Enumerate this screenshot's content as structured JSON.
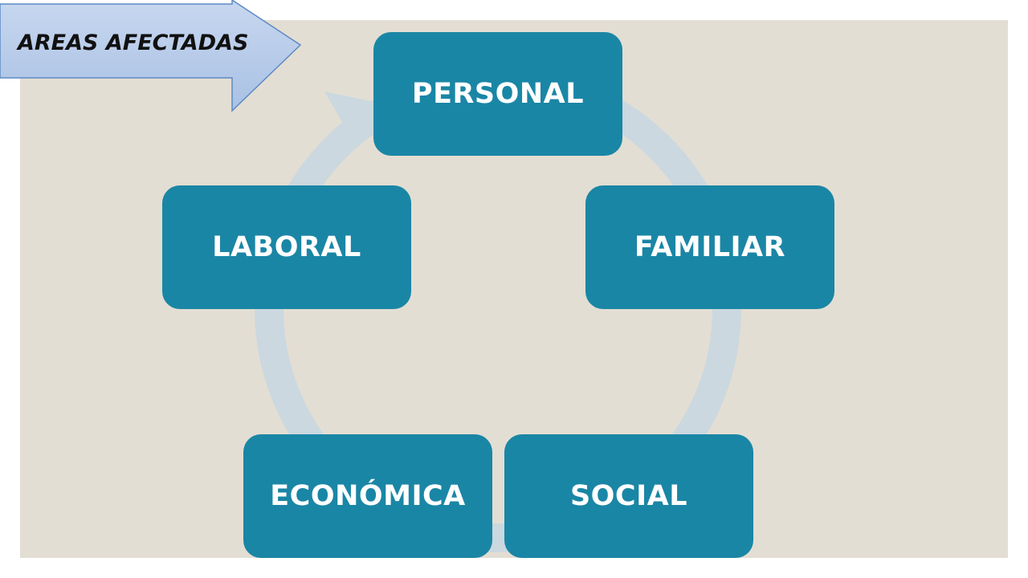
{
  "title": "AREAS AFECTADAS",
  "colors": {
    "panel_background": "#e3ded3",
    "node_fill": "#1a86a5",
    "node_text": "#ffffff",
    "cycle_ring": "#cbd8df",
    "arrow_fill": "#afc6e6",
    "arrow_stroke": "#5d8ac4"
  },
  "diagram": {
    "type": "cycle",
    "nodes": [
      {
        "id": "personal",
        "label": "PERSONAL"
      },
      {
        "id": "familiar",
        "label": "FAMILIAR"
      },
      {
        "id": "social",
        "label": "SOCIAL"
      },
      {
        "id": "economica",
        "label": "ECONÓMICA"
      },
      {
        "id": "laboral",
        "label": "LABORAL"
      }
    ]
  }
}
